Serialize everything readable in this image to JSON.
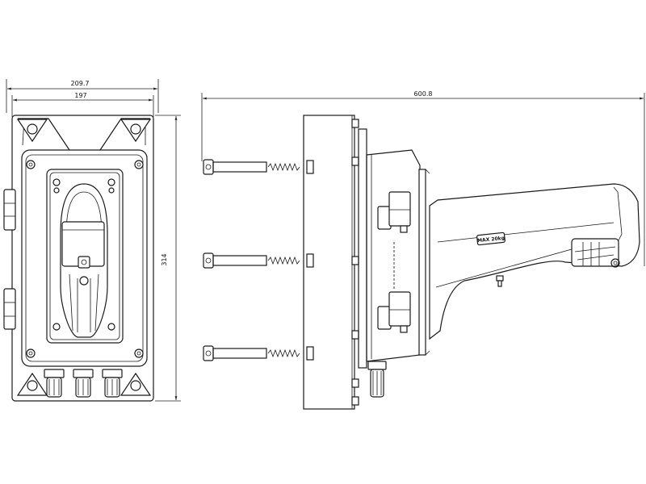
{
  "front_view": {
    "dims": {
      "outer_width": "209.7",
      "inner_width": "197",
      "height": "314"
    }
  },
  "side_view": {
    "dims": {
      "total_length": "600.8"
    },
    "arm_label": "MAX 20kg"
  }
}
